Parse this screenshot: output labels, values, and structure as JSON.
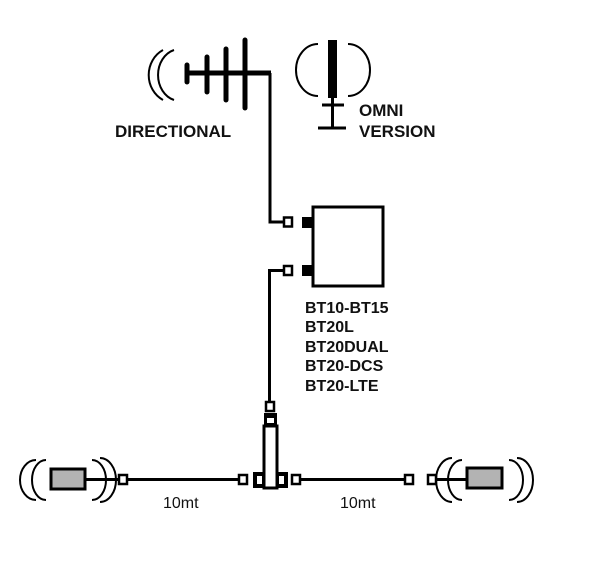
{
  "diagram": {
    "antennas": {
      "directional_label": "DIRECTIONAL",
      "omni_label_line1": "OMNI",
      "omni_label_line2": "VERSION"
    },
    "repeater": {
      "models": [
        "BT10-BT15",
        "BT20L",
        "BT20DUAL",
        "BT20-DCS",
        "BT20-LTE"
      ]
    },
    "cables": {
      "left_length": "10mt",
      "right_length": "10mt"
    },
    "colors": {
      "line": "#000000",
      "device_fill": "#b3b3b3",
      "background": "#ffffff"
    }
  }
}
